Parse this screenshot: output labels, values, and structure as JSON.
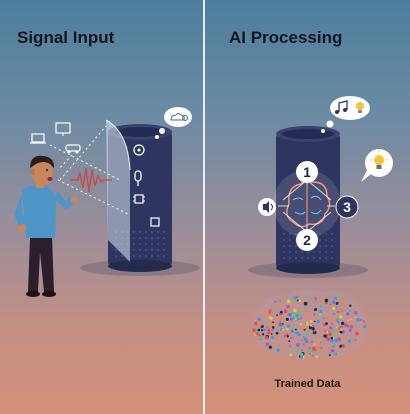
{
  "left_panel": {
    "title": "Signal Input"
  },
  "right_panel": {
    "title": "AI Processing",
    "steps": [
      "1",
      "2",
      "3"
    ],
    "caption": "Trained Data"
  },
  "colors": {
    "speaker_body": "#2e3560",
    "speaker_top": "#3a4270",
    "wave_red": "#c94a45",
    "shirt_blue": "#4c97c8",
    "thought_bubble": "#ffffff"
  },
  "icons": [
    "tv-icon",
    "car-icon",
    "laptop-icon",
    "cloud-icon",
    "gear-icon",
    "microphone-icon",
    "chip-icon",
    "speaker-icon",
    "music-notes-icon",
    "lightbulb-icon",
    "brain-icon"
  ]
}
